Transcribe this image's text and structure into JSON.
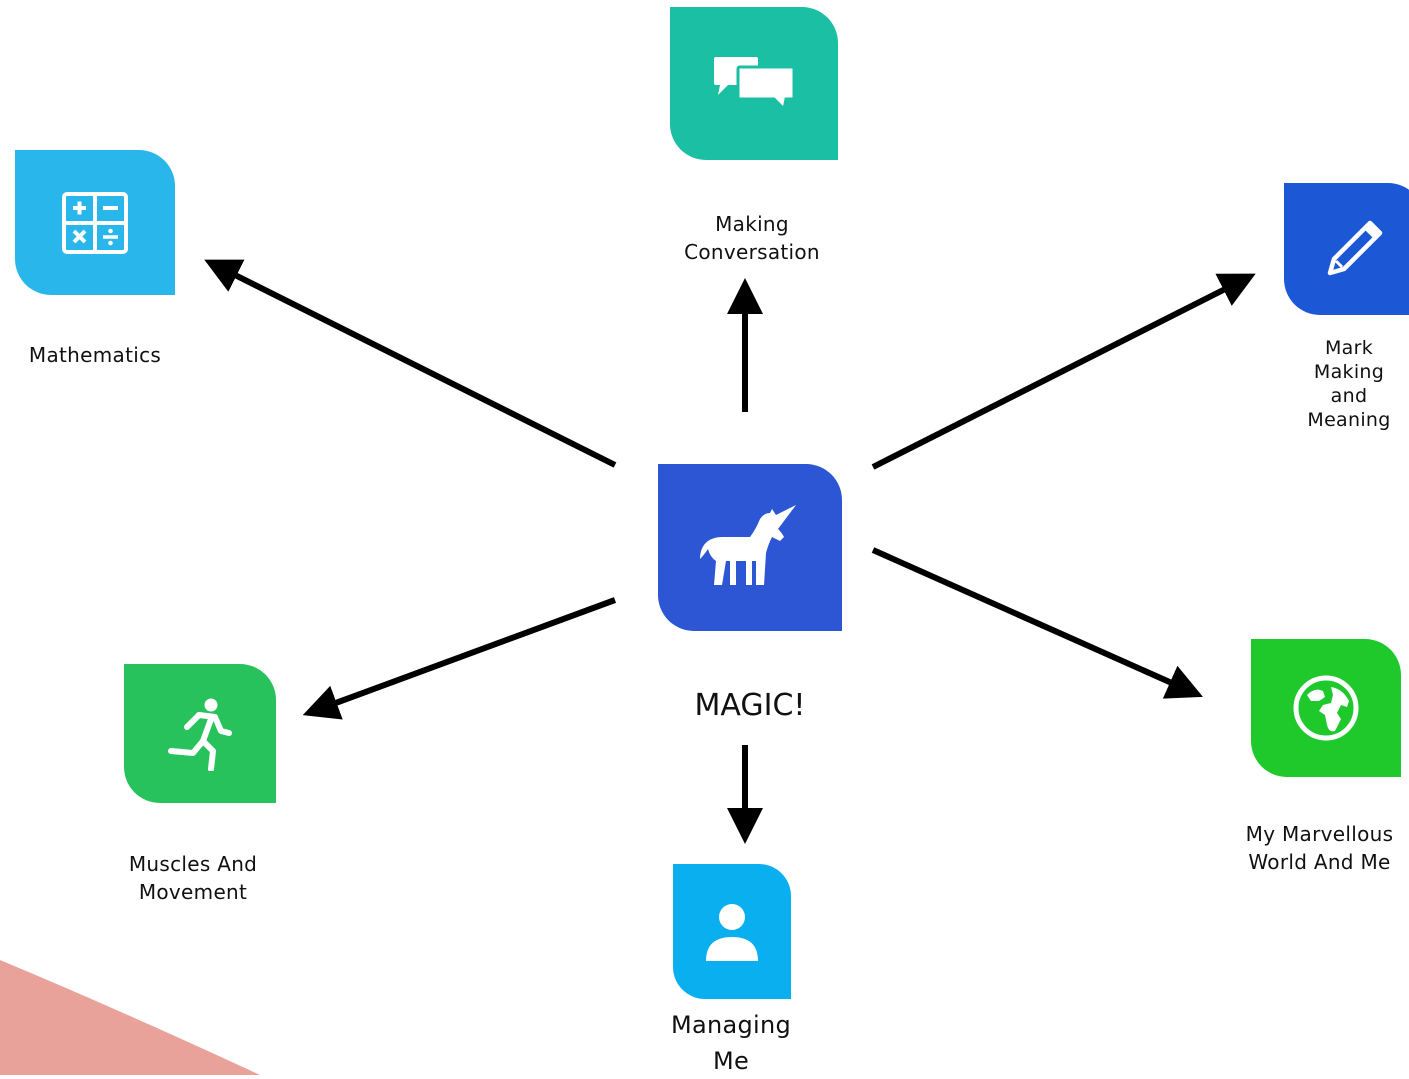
{
  "center": {
    "label": "MAGIC!",
    "icon": "unicorn-icon",
    "color": "#2c56d3"
  },
  "nodes": {
    "mathematics": {
      "label": "Mathematics",
      "icon": "calculator-icon",
      "color": "#29b6ea"
    },
    "making_conversation": {
      "label": "Making\nConversation",
      "icon": "chat-bubbles-icon",
      "color": "#1bbfa4"
    },
    "mark_making": {
      "label": "Mark\nMaking\nand\nMeaning",
      "icon": "pencil-icon",
      "color": "#1c58d6"
    },
    "muscles_movement": {
      "label": "Muscles And\nMovement",
      "icon": "running-person-icon",
      "color": "#27c25c"
    },
    "marvellous_world": {
      "label": "My Marvellous\nWorld And Me",
      "icon": "globe-icon",
      "color": "#1fc92c"
    },
    "managing_me": {
      "label": "Managing\nMe",
      "icon": "person-icon",
      "color": "#0aaff0"
    }
  },
  "colors": {
    "arrow": "#000000",
    "background_arc": "#e9a29a"
  }
}
